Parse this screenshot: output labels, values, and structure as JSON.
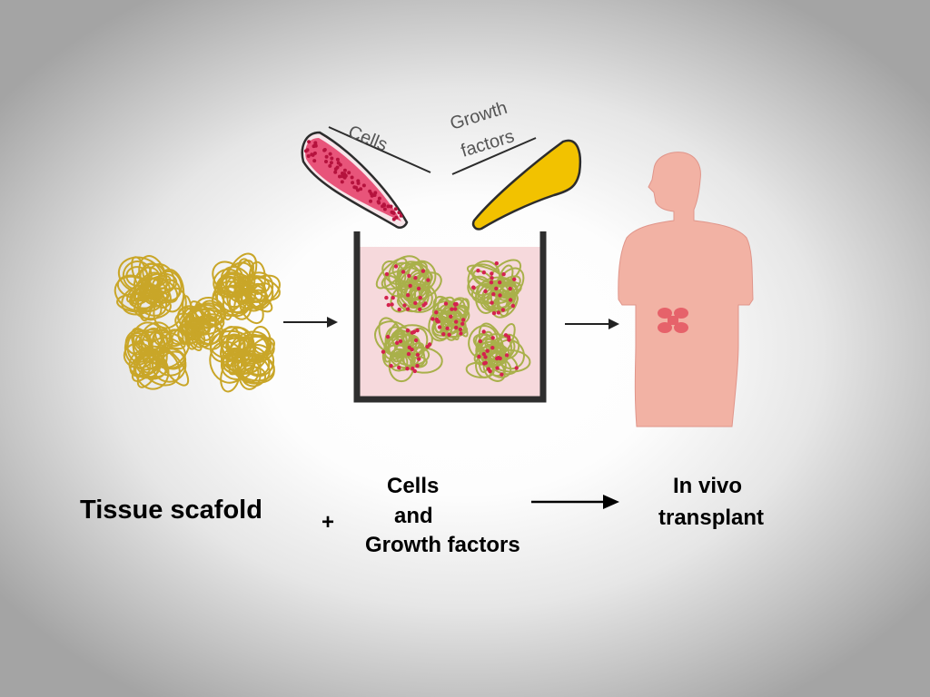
{
  "illustration": {
    "pipette_cells_label": "Cells",
    "pipette_growth_label_line1": "Growth",
    "pipette_growth_label_line2": "factors"
  },
  "captions": {
    "scaffold": "Tissue scafold",
    "plus": "+",
    "cells_line1": "Cells",
    "cells_line2": "and",
    "cells_line3": "Growth factors",
    "transplant_line1": "In vivo",
    "transplant_line2": "transplant"
  },
  "colors": {
    "scaffold_fiber": "#c9a628",
    "cell_dot": "#d4224e",
    "body_skin": "#f2b2a4",
    "medium": "#f6d9dc",
    "growth_factor": "#f2c200"
  }
}
